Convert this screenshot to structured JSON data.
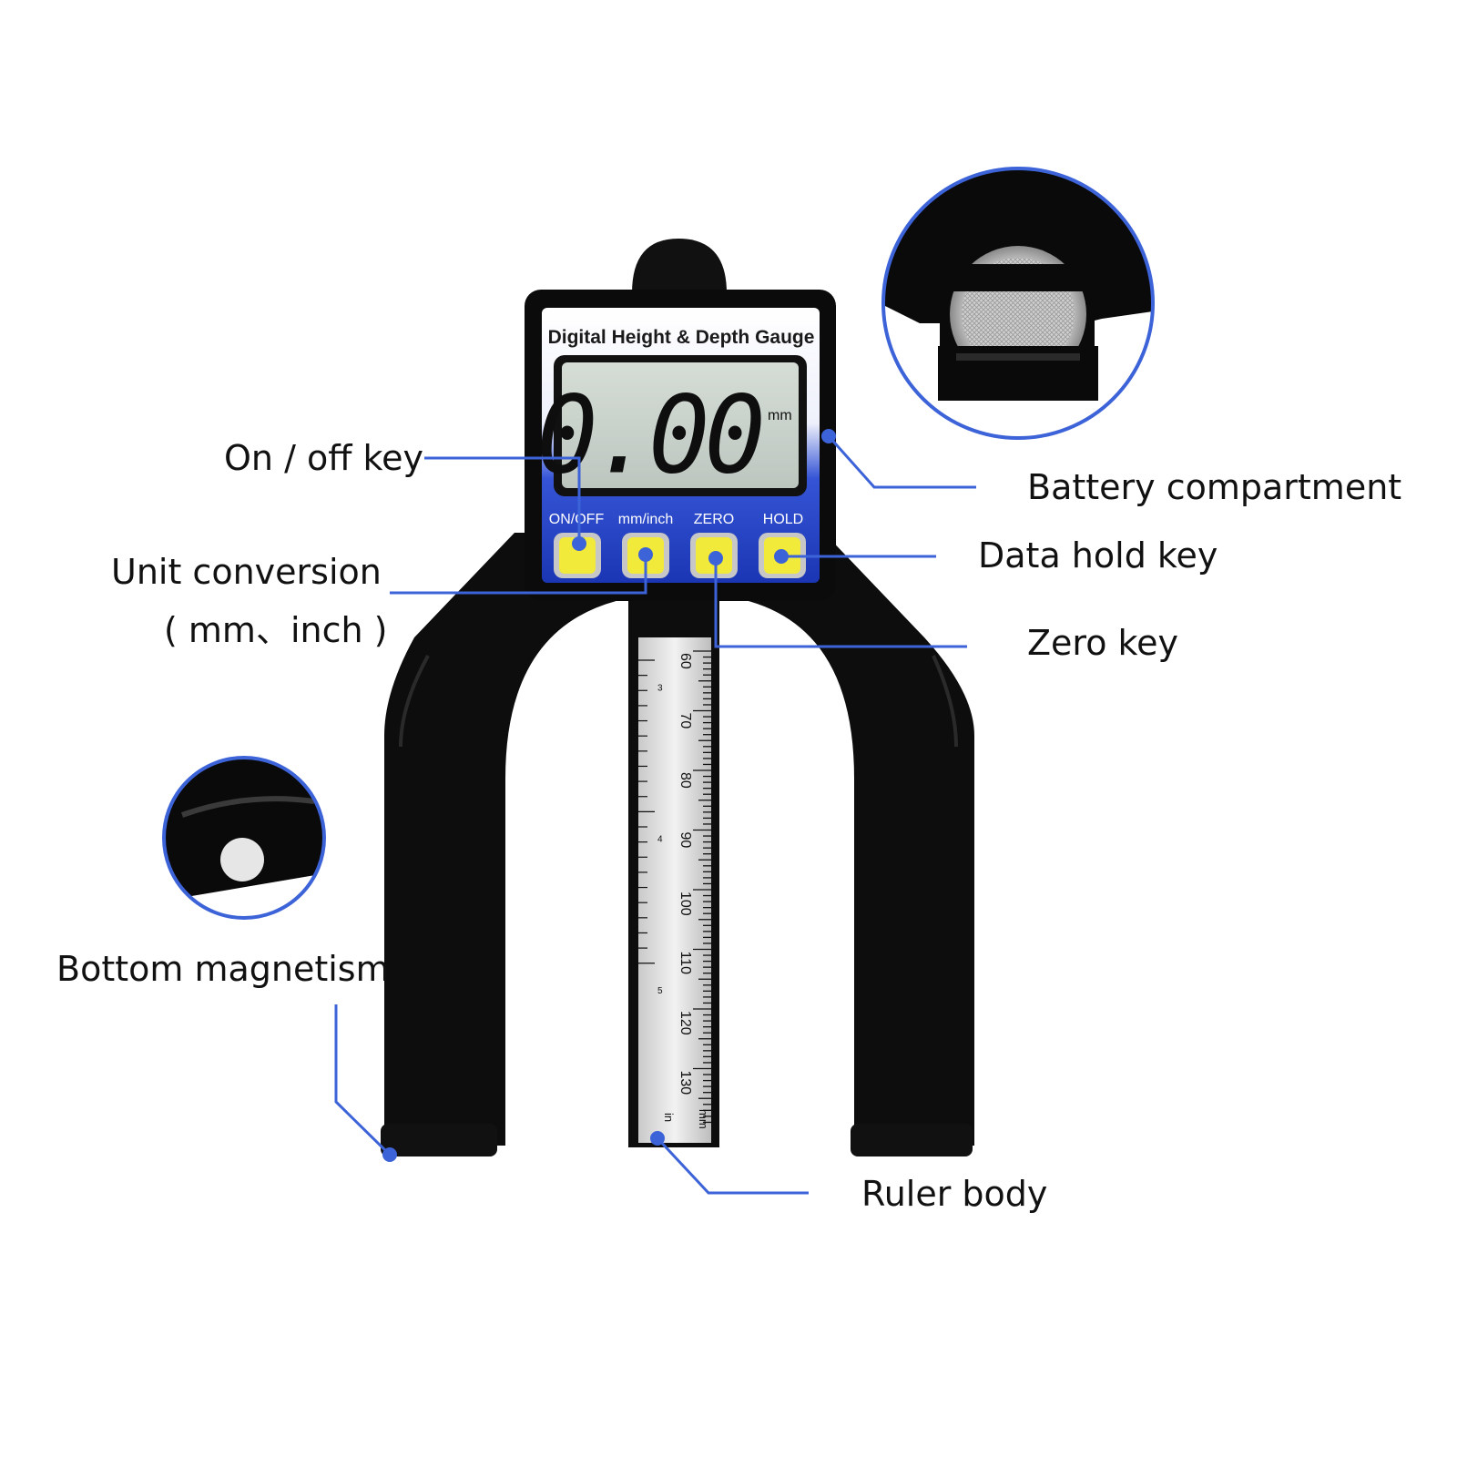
{
  "device": {
    "title": "Digital Height & Depth Gauge",
    "display": {
      "value": "0.00",
      "unit": "mm"
    },
    "keys": [
      {
        "label": "ON/OFF"
      },
      {
        "label": "mm/inch"
      },
      {
        "label": "ZERO"
      },
      {
        "label": "HOLD"
      }
    ],
    "ruler": {
      "mm_marks": [
        "60",
        "70",
        "80",
        "90",
        "100",
        "110",
        "120",
        "130"
      ],
      "inch_marks": [
        "3",
        "4",
        "5"
      ],
      "mm_unit": "mm",
      "inch_unit": "in"
    }
  },
  "callouts": {
    "on_off": "On / off key",
    "unit_conversion": "Unit conversion",
    "unit_conversion_sub": "( mm、inch )",
    "battery": "Battery compartment",
    "data_hold": "Data hold key",
    "zero": "Zero key",
    "bottom_magnetism": "Bottom magnetism",
    "ruler_body": "Ruler body"
  },
  "colors": {
    "accent": "#3d63d8",
    "panel_blue": "#1f3fc0",
    "key_yellow": "#f2ea3a",
    "body_black": "#0b0b0b",
    "lcd": "#c9d2cb"
  }
}
